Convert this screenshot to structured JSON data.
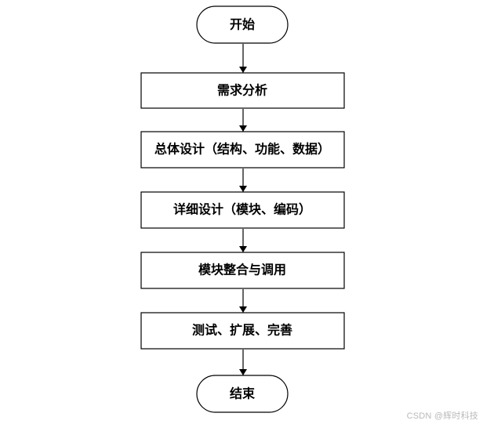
{
  "flowchart": {
    "nodes": [
      {
        "id": "start",
        "shape": "terminal",
        "label": "开始"
      },
      {
        "id": "req",
        "shape": "process",
        "label": "需求分析"
      },
      {
        "id": "overall",
        "shape": "process",
        "label": "总体设计（结构、功能、数据）"
      },
      {
        "id": "detail",
        "shape": "process",
        "label": "详细设计（模块、编码）"
      },
      {
        "id": "integrate",
        "shape": "process",
        "label": "模块整合与调用"
      },
      {
        "id": "test",
        "shape": "process",
        "label": "测试、扩展、完善"
      },
      {
        "id": "end",
        "shape": "terminal",
        "label": "结束"
      }
    ],
    "edges": [
      {
        "from": "start",
        "to": "req"
      },
      {
        "from": "req",
        "to": "overall"
      },
      {
        "from": "overall",
        "to": "detail"
      },
      {
        "from": "detail",
        "to": "integrate"
      },
      {
        "from": "integrate",
        "to": "test"
      },
      {
        "from": "test",
        "to": "end"
      }
    ],
    "colors": {
      "stroke": "#000000",
      "fill": "#ffffff",
      "text": "#000000"
    }
  },
  "watermark": {
    "text": "CSDN @辉时科技"
  }
}
